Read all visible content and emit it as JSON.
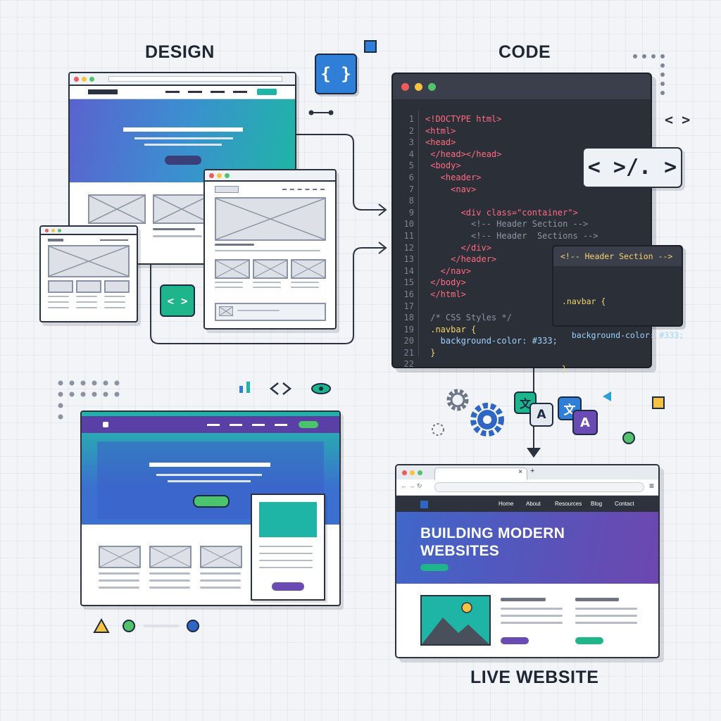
{
  "titles": {
    "design": "DESIGN",
    "code": "CODE",
    "live": "LIVE WEBSITE"
  },
  "code_editor": {
    "lines": [
      {
        "n": "1",
        "t": "<!DOCTYPE html>"
      },
      {
        "n": "2",
        "t": "<html>"
      },
      {
        "n": "3",
        "t": "<head>"
      },
      {
        "n": "4",
        "t": " </head></head>"
      },
      {
        "n": "5",
        "t": " <body>"
      },
      {
        "n": "6",
        "t": "   <header>"
      },
      {
        "n": "7",
        "t": "     <nav>"
      },
      {
        "n": "8",
        "t": ""
      },
      {
        "n": "9",
        "t": "       <div class=\"container\">"
      },
      {
        "n": "10",
        "t": "         <!-- Header Section -->"
      },
      {
        "n": "11",
        "t": "         <!-- Header  Sections -->"
      },
      {
        "n": "12",
        "t": "       </div>"
      },
      {
        "n": "13",
        "t": "     </header>"
      },
      {
        "n": "14",
        "t": "   </nav>"
      },
      {
        "n": "15",
        "t": " </body>"
      },
      {
        "n": "16",
        "t": " </html>"
      },
      {
        "n": "17",
        "t": ""
      },
      {
        "n": "18",
        "t": " /* CSS Styles */"
      },
      {
        "n": "19",
        "t": " .navbar {"
      },
      {
        "n": "20",
        "t": "   background-color: #333;"
      },
      {
        "n": "21",
        "t": " }"
      },
      {
        "n": "22",
        "t": ""
      }
    ]
  },
  "css_popup": {
    "header": "<!-- Header Section -->",
    "line1": ".navbar {",
    "line2": "  background-color: #333;",
    "line3": "}"
  },
  "tag_bubble": "< >/. >",
  "icons": {
    "braces": "{ }",
    "code_small": "< >",
    "code_corner": "< >",
    "code_mid": "< >",
    "translate_zh": "文",
    "translate_a": "A"
  },
  "live_site": {
    "nav": [
      "Home",
      "About",
      "Resources",
      "Blog",
      "Contact"
    ],
    "tab_close": "×",
    "tab_add": "+",
    "addr_controls": "← → ↻",
    "menu": "≡",
    "hero_title": "BUILDING MODERN WEBSITES"
  },
  "colors": {
    "teal": "#1fb5a6",
    "purple": "#6a4bb4",
    "blue": "#3b6fd0",
    "green": "#4cc36d",
    "dark": "#2b2f38"
  }
}
